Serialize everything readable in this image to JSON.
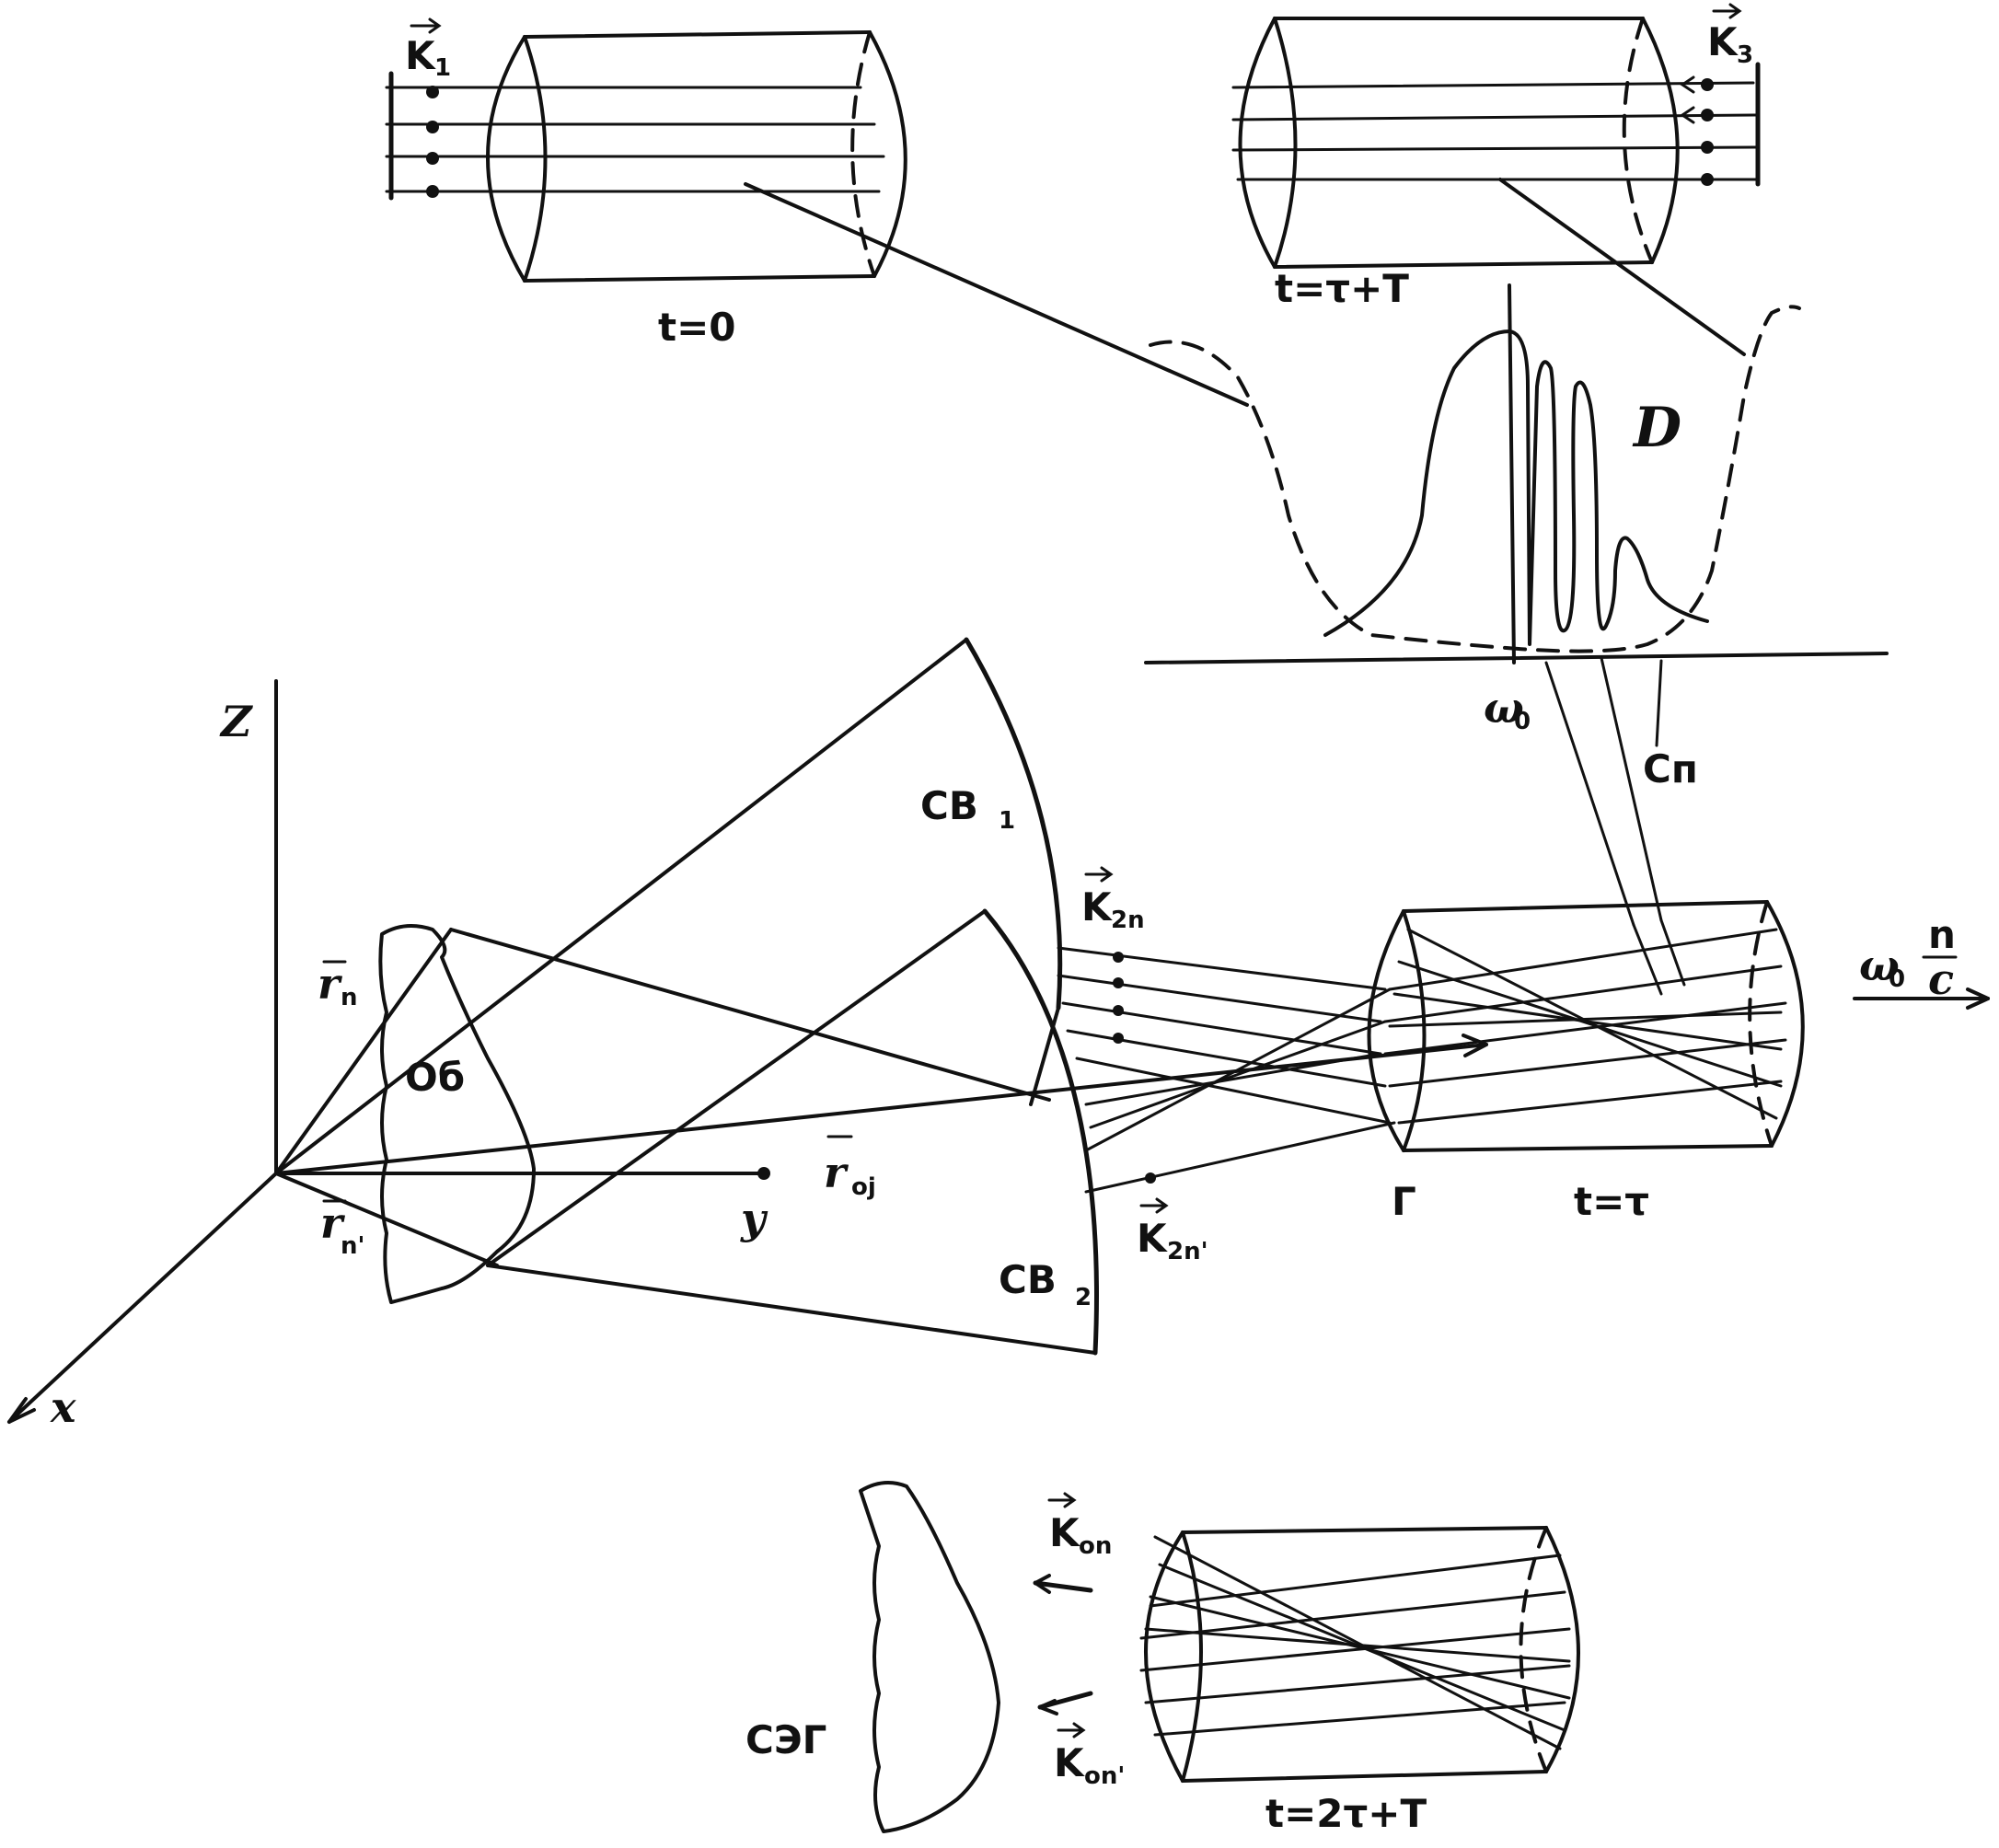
{
  "labels": {
    "k1_main": "K",
    "k1_sub": "1",
    "k3_main": "K",
    "k3_sub": "3",
    "t0": "t=0",
    "t_tau_T": "t=τ+T",
    "D": "D",
    "omega0": "ω",
    "omega0_sub": "0",
    "sp": "Cп",
    "z": "Z",
    "x": "x",
    "y": "y",
    "cv1_main": "CB",
    "cv1_sub": "1",
    "cv2_main": "CB",
    "cv2_sub": "2",
    "ob": "Об",
    "r_n": "r",
    "r_n_sub": "n",
    "r_nprime": "r",
    "r_nprime_sub": "n'",
    "r_oj": "r",
    "r_oj_sub": "oj",
    "k2n_main": "K",
    "k2n_sub": "2n",
    "k2nprime_main": "K",
    "k2nprime_sub": "2n'",
    "gamma": "Г",
    "t_tau": "t=τ",
    "omega_n_lhs": "ω",
    "omega_n_sub": "0",
    "omega_n_num": "n",
    "omega_n_den": "c",
    "ko_n_main": "K",
    "ko_n_sub": "on",
    "ko_nprime_main": "K",
    "ko_nprime_sub": "on'",
    "seg": "СЭГ",
    "t_2tau_T": "t=2τ+T"
  },
  "colors": {
    "ink": "#111111",
    "paper": "#ffffff"
  }
}
